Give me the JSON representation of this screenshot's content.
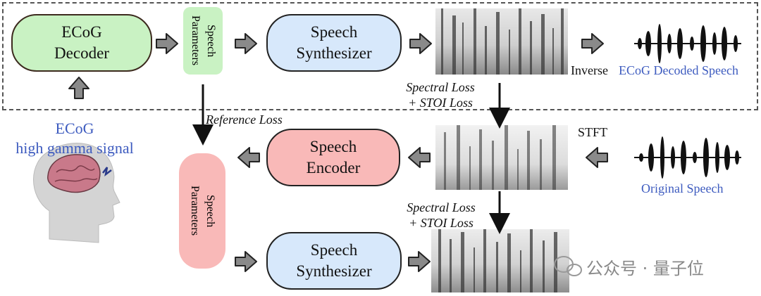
{
  "blocks": {
    "ecog_decoder": "ECoG\nDecoder",
    "speech_params_top": "Speech\nParameters",
    "speech_synth_top": "Speech\nSynthesizer",
    "speech_encoder": "Speech\nEncoder",
    "speech_params_bottom": "Speech\nParameters",
    "speech_synth_bottom": "Speech\nSynthesizer"
  },
  "labels": {
    "inverse": "Inverse",
    "ecog_decoded_speech": "ECoG Decoded Speech",
    "spectral_loss_top": "Spectral Loss\n+ STOI Loss",
    "reference_loss": "Reference Loss",
    "stft": "STFT",
    "spectral_loss_bottom": "Spectral Loss\n+ STOI Loss",
    "original_speech": "Original Speech",
    "ecog_signal_line1": "ECoG",
    "ecog_signal_line2": "high gamma signal"
  },
  "watermark": "公众号 · 量子位",
  "colors": {
    "green_block": "#c9f2c3",
    "blue_block": "#d7e8fb",
    "pink_block": "#f9b9b8",
    "label_blue": "#3d5bbf"
  }
}
